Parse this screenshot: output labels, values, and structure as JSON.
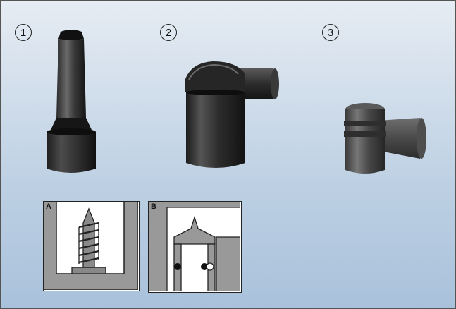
{
  "components": [
    {
      "number": "1",
      "name": "straight-boot-connector"
    },
    {
      "number": "2",
      "name": "elbow-connector"
    },
    {
      "number": "3",
      "name": "ribbed-elbow-connector"
    }
  ],
  "details": [
    {
      "letter": "A",
      "name": "screw-terminal-detail"
    },
    {
      "letter": "B",
      "name": "snap-terminal-detail"
    }
  ],
  "colors": {
    "panel_gray": "#999999",
    "outline": "#222222",
    "background_top": "#e6ecf3",
    "background_bottom": "#a9c1db"
  }
}
